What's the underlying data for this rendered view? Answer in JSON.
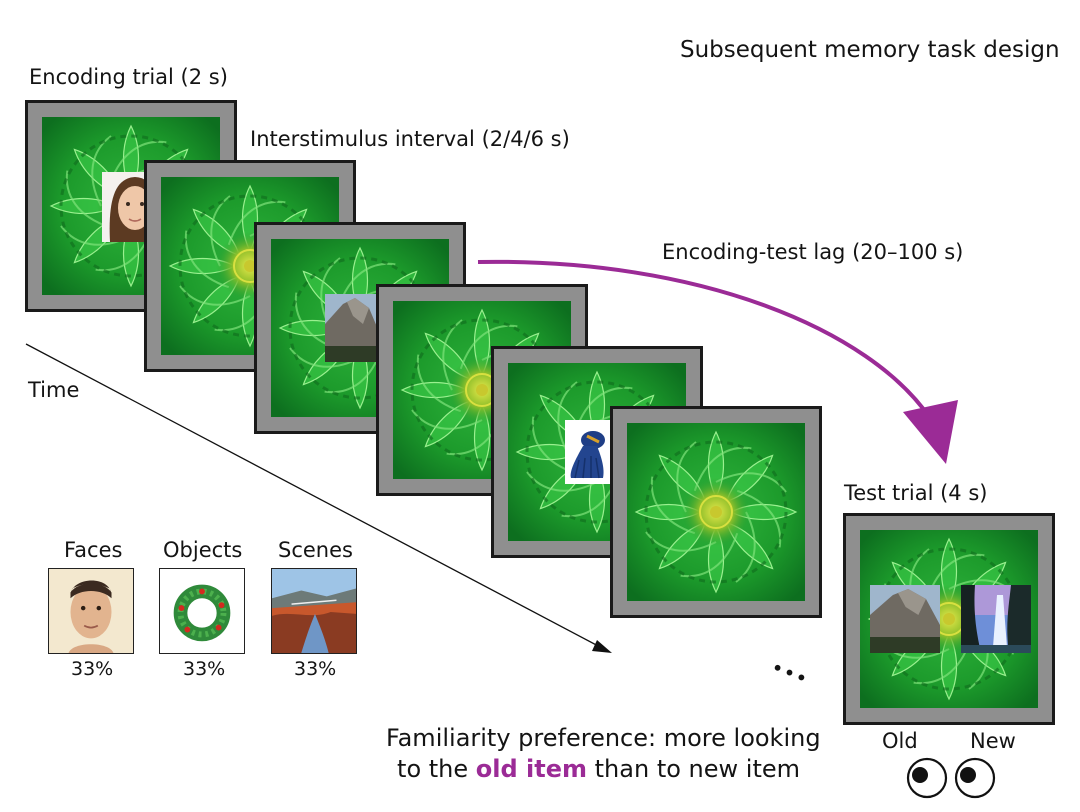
{
  "title": "Subsequent memory task design",
  "labels": {
    "encoding_trial": "Encoding trial (2 s)",
    "isi": "Interstimulus interval (2/4/6 s)",
    "lag": "Encoding-test lag (20–100 s)",
    "time": "Time",
    "test_trial": "Test trial (4 s)",
    "ellipsis": "•••"
  },
  "categories": [
    {
      "name": "Faces",
      "percent": "33%",
      "icon": "face-photo"
    },
    {
      "name": "Objects",
      "percent": "33%",
      "icon": "wreath-object-photo"
    },
    {
      "name": "Scenes",
      "percent": "33%",
      "icon": "river-scene-photo"
    }
  ],
  "test_choices": {
    "old": "Old",
    "new": "New"
  },
  "preference": {
    "line1": "Familiarity preference: more looking",
    "line2_pre": "to the ",
    "line2_highlight": "old item",
    "line2_post": " than to new item"
  },
  "colors": {
    "accent": "#9b2b96",
    "pattern_green": "#1f9e2e",
    "frame_gray": "#8f8f8f"
  }
}
